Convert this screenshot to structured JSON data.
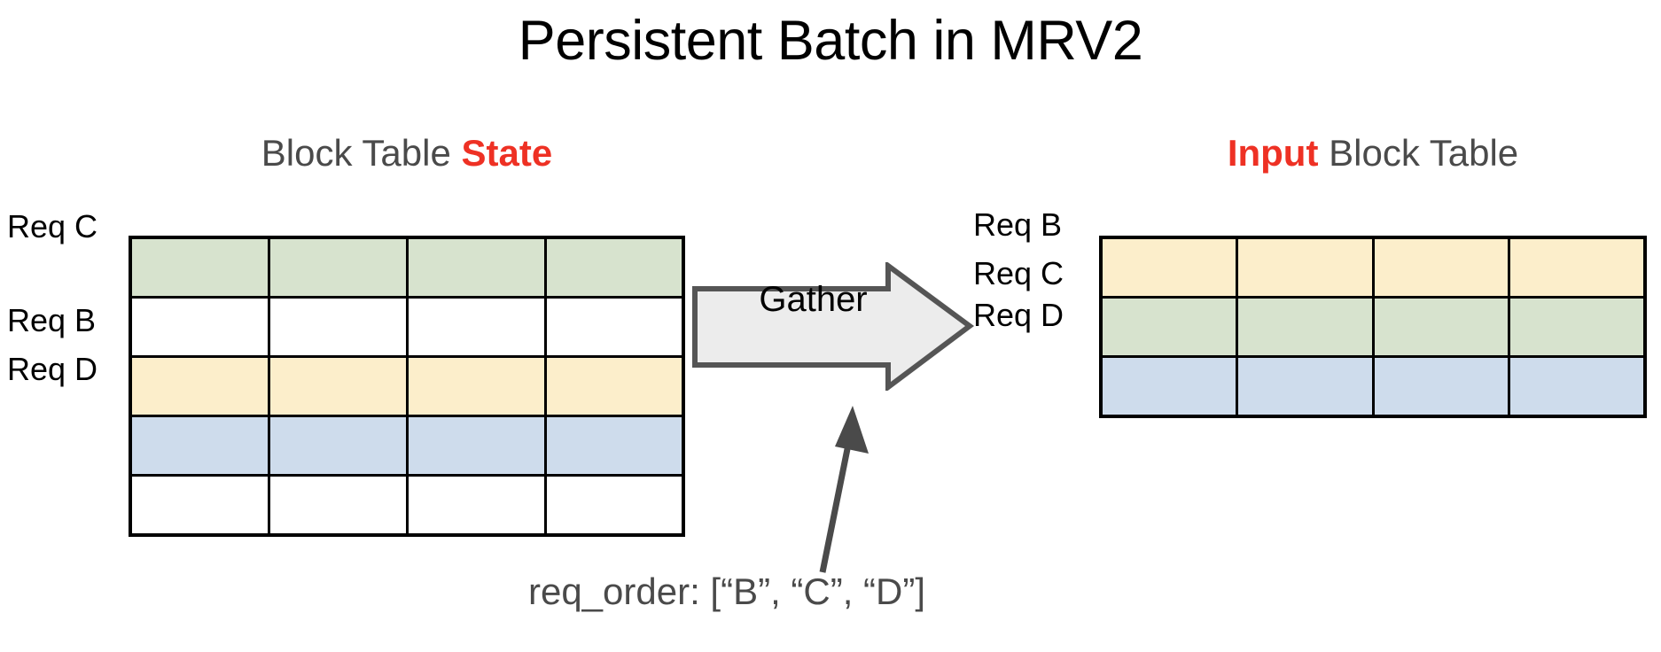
{
  "slide": {
    "title": "Persistent Batch in MRV2",
    "background_color": "#FFFFFF"
  },
  "colors": {
    "accent_red": "#EE3124",
    "heading_gray": "#4A4A4A",
    "cell_green": "#D7E3CE",
    "cell_yellow": "#FCEECB",
    "cell_blue": "#CEDCEC",
    "cell_empty": "#FFFFFF",
    "grid_line": "#000000",
    "arrow_fill": "#ECECEC",
    "arrow_stroke": "#555555",
    "connector": "#4A4A4A"
  },
  "left_panel": {
    "heading_prefix": "Block Table ",
    "heading_accent": "State",
    "table": {
      "columns": 4,
      "rows": [
        {
          "label": "Req C",
          "fill": "green",
          "show_label": true
        },
        {
          "label": "",
          "fill": "empty",
          "show_label": false
        },
        {
          "label": "Req B",
          "fill": "yellow",
          "show_label": true
        },
        {
          "label": "Req D",
          "fill": "blue",
          "show_label": true
        },
        {
          "label": "",
          "fill": "empty",
          "show_label": false
        }
      ]
    },
    "row_labels": [
      "Req C",
      "Req B",
      "Req D"
    ]
  },
  "right_panel": {
    "heading_accent": "Input",
    "heading_suffix": " Block Table",
    "table": {
      "columns": 4,
      "rows": [
        {
          "label": "Req B",
          "fill": "yellow",
          "show_label": true
        },
        {
          "label": "Req C",
          "fill": "green",
          "show_label": true
        },
        {
          "label": "Req D",
          "fill": "blue",
          "show_label": true
        }
      ]
    },
    "row_labels": [
      "Req B",
      "Req C",
      "Req D"
    ]
  },
  "operation": {
    "label": "Gather",
    "direction": "left-to-right"
  },
  "caption": {
    "text": "req_order: [“B”, “C”, “D”]"
  }
}
